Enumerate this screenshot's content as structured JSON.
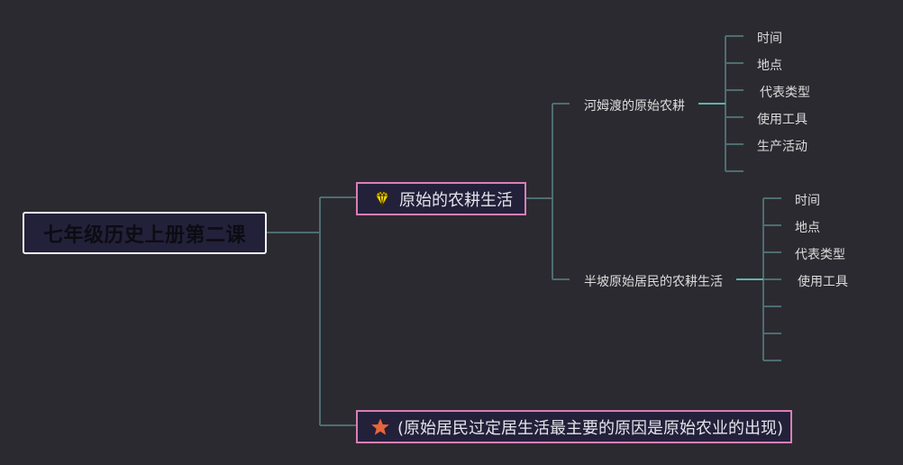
{
  "root": {
    "label": "七年级历史上册第二课"
  },
  "branches": [
    {
      "label": "原始的农耕生活",
      "icon": "gem-icon",
      "children": [
        {
          "label": "河姆渡的原始农耕",
          "leaves": [
            "时间",
            "地点",
            "代表类型",
            "使用工具",
            "生产活动",
            ""
          ]
        },
        {
          "label": "半坡原始居民的农耕生活",
          "leaves": [
            "时间",
            "地点",
            "代表类型",
            "使用工具",
            "",
            "",
            ""
          ]
        }
      ]
    },
    {
      "label": "(原始居民过定居生活最主要的原因是原始农业的出现)",
      "icon": "star-icon"
    }
  ],
  "colors": {
    "background": "#2c2a31",
    "connector": "#4d6e70",
    "connector_highlight": "#5fb3ad",
    "branch_border": "#d97fb5",
    "node_fill": "#23203a",
    "gem": "#f5d90a",
    "star": "#e8653a"
  }
}
